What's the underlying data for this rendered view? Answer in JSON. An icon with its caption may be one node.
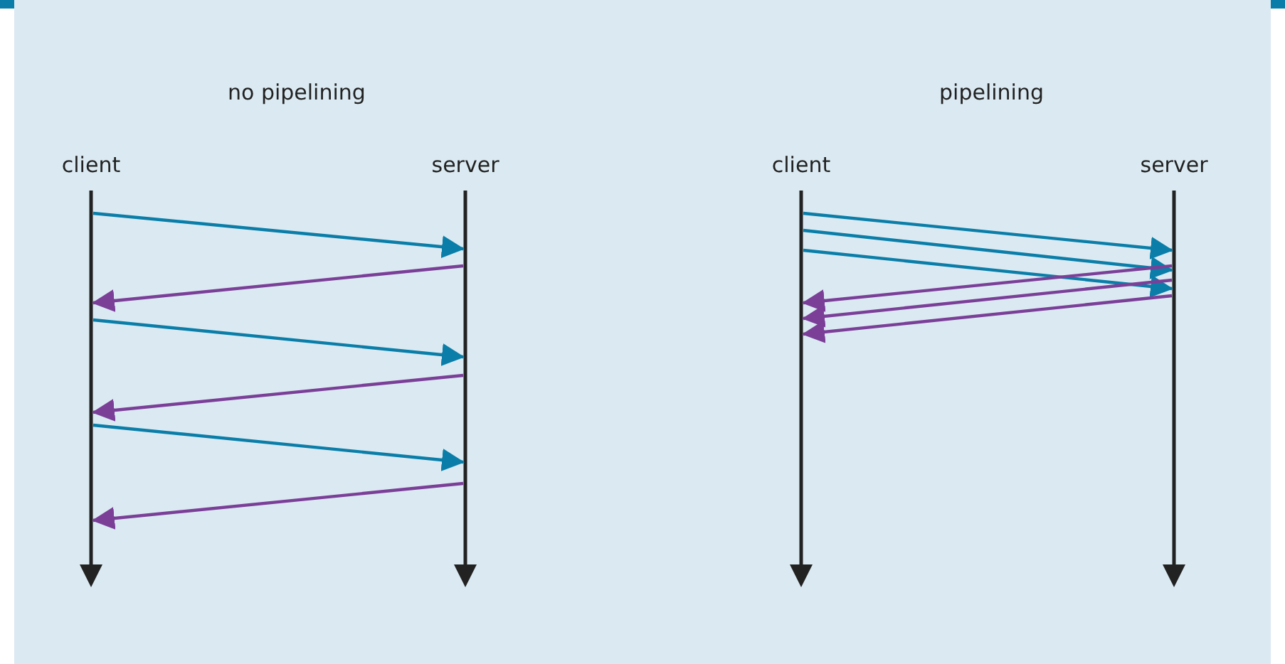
{
  "diagram": {
    "nodes": [
      {
        "text": [
          "client"
        ]
      },
      {
        "text": [
          "server"
        ]
      },
      {
        "text": [
          "client"
        ]
      },
      {
        "text": [
          "server"
        ]
      }
    ],
    "edges": [
      {
        "from": 0,
        "to": 1,
        "arrow": "to",
        "color": "#0a7ea8"
      },
      {
        "from": 1,
        "to": 0,
        "arrow": "to",
        "color": "#7b3f98"
      },
      {
        "from": 0,
        "to": 1,
        "arrow": "to",
        "color": "#0a7ea8"
      },
      {
        "from": 1,
        "to": 0,
        "arrow": "to",
        "color": "#7b3f98"
      },
      {
        "from": 0,
        "to": 1,
        "arrow": "to",
        "color": "#0a7ea8"
      },
      {
        "from": 1,
        "to": 0,
        "arrow": "to",
        "color": "#7b3f98"
      },
      {
        "from": 2,
        "to": 3,
        "arrow": "to",
        "color": "#0a7ea8"
      },
      {
        "from": 2,
        "to": 3,
        "arrow": "to",
        "color": "#0a7ea8"
      },
      {
        "from": 2,
        "to": 3,
        "arrow": "to",
        "color": "#0a7ea8"
      },
      {
        "from": 3,
        "to": 2,
        "arrow": "to",
        "color": "#7b3f98"
      },
      {
        "from": 3,
        "to": 2,
        "arrow": "to",
        "color": "#7b3f98"
      },
      {
        "from": 3,
        "to": 2,
        "arrow": "to",
        "color": "#7b3f98"
      }
    ],
    "labels": [
      "no pipelining",
      "pipelining"
    ]
  }
}
